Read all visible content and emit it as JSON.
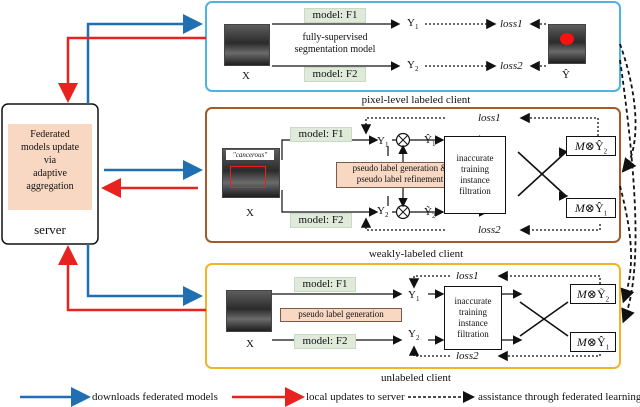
{
  "clients": {
    "pixel": {
      "caption": "pixel-level labeled client",
      "model_f1": "model: F1",
      "model_f2": "model: F2",
      "y1": "Y",
      "y1_sub": "1",
      "y2": "Y",
      "y2_sub": "2",
      "loss1": "loss1",
      "loss2": "loss2",
      "seg_model": "fully-supervised\nsegmentation model",
      "x_label": "X",
      "gt_label": "Ŷ"
    },
    "weak": {
      "caption": "weakly-labeled client",
      "model_f1": "model: F1",
      "model_f2": "model: F2",
      "y1": "Y",
      "y1_sub": "1",
      "y2": "Y",
      "y2_sub": "2",
      "y1_hat": "Ŷ",
      "y1_hat_sub": "1",
      "y2_tilde": "Ỹ",
      "y2_tilde_sub": "2",
      "otimes": "⊗",
      "loss1": "loss1",
      "loss2": "loss2",
      "pseudo": "pseudo label generation &\npseudo label refinement",
      "filter": "inaccurate\ntraining\ninstance\nfiltration",
      "tag": "\"cancerous\"",
      "x_label": "X",
      "mask_top": "M",
      "mask_top_y": "Ŷ",
      "mask_top_sub": "2",
      "mask_bot": "M",
      "mask_bot_y": "Ŷ",
      "mask_bot_sub": "1"
    },
    "unlabeled": {
      "caption": "unlabeled client",
      "model_f1": "model: F1",
      "model_f2": "model: F2",
      "y1": "Y",
      "y1_sub": "1",
      "y2": "Y",
      "y2_sub": "2",
      "loss1": "loss1",
      "loss2": "loss2",
      "pseudo": "pseudo label generation",
      "filter": "inaccurate\ntraining\ninstance\nfiltration",
      "x_label": "X",
      "mask_top": "M",
      "mask_top_y": "Ỹ",
      "mask_top_sub": "2",
      "mask_bot": "M",
      "mask_bot_y": "Ŷ",
      "mask_bot_sub": "1"
    }
  },
  "server": {
    "update_text": "Federated\nmodels update\nvia\nadaptive\naggregation",
    "label": "server"
  },
  "legend": {
    "download": "downloads federated models",
    "upload": "local updates to server",
    "assist": "assistance through federated learning"
  },
  "colors": {
    "download": "#1f6fb2",
    "upload": "#e8231f",
    "pixel_border": "#4fb3df",
    "weak_border": "#a55a2a",
    "unlabeled_border": "#f0b429",
    "server_fill": "#f8d7c3"
  }
}
